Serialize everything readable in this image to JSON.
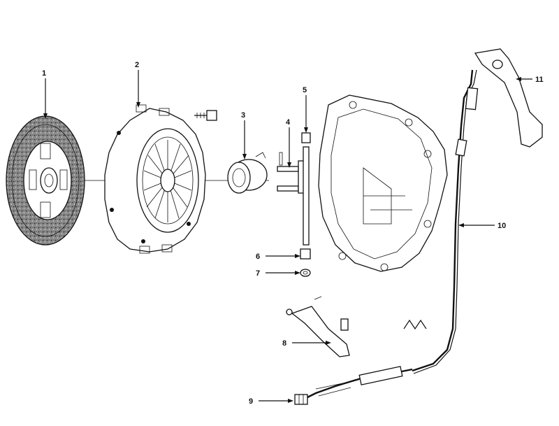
{
  "diagram": {
    "callouts": [
      {
        "id": "1",
        "label": "1"
      },
      {
        "id": "2",
        "label": "2"
      },
      {
        "id": "3",
        "label": "3"
      },
      {
        "id": "4",
        "label": "4"
      },
      {
        "id": "5",
        "label": "5"
      },
      {
        "id": "6",
        "label": "6"
      },
      {
        "id": "7",
        "label": "7"
      },
      {
        "id": "8",
        "label": "8"
      },
      {
        "id": "9",
        "label": "9"
      },
      {
        "id": "10",
        "label": "10"
      },
      {
        "id": "11",
        "label": "11"
      }
    ]
  },
  "colors": {
    "ink": "#111111",
    "paper": "#ffffff",
    "facing": "#7a7a7a"
  }
}
